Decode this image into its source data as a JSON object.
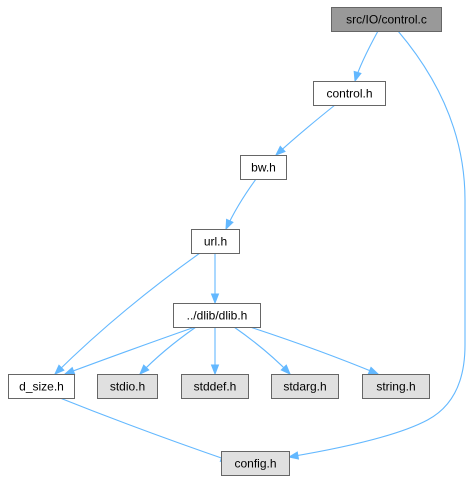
{
  "graph": {
    "colors": {
      "root_fill": "#999999",
      "local_fill": "#ffffff",
      "system_fill": "#e0e0e0",
      "border": "#666666",
      "edge": "#63b8ff"
    },
    "nodes": [
      {
        "id": "control_c",
        "label": "src/IO/control.c",
        "kind": "root"
      },
      {
        "id": "control_h",
        "label": "control.h",
        "kind": "local"
      },
      {
        "id": "bw_h",
        "label": "bw.h",
        "kind": "local"
      },
      {
        "id": "url_h",
        "label": "url.h",
        "kind": "local"
      },
      {
        "id": "dlib_h",
        "label": "../dlib/dlib.h",
        "kind": "local"
      },
      {
        "id": "d_size_h",
        "label": "d_size.h",
        "kind": "local"
      },
      {
        "id": "stdio_h",
        "label": "stdio.h",
        "kind": "system"
      },
      {
        "id": "stddef_h",
        "label": "stddef.h",
        "kind": "system"
      },
      {
        "id": "stdarg_h",
        "label": "stdarg.h",
        "kind": "system"
      },
      {
        "id": "string_h",
        "label": "string.h",
        "kind": "system"
      },
      {
        "id": "config_h",
        "label": "config.h",
        "kind": "system"
      }
    ],
    "edges": [
      {
        "from": "control_c",
        "to": "control_h"
      },
      {
        "from": "control_c",
        "to": "config_h"
      },
      {
        "from": "control_h",
        "to": "bw_h"
      },
      {
        "from": "bw_h",
        "to": "url_h"
      },
      {
        "from": "url_h",
        "to": "dlib_h"
      },
      {
        "from": "url_h",
        "to": "d_size_h"
      },
      {
        "from": "dlib_h",
        "to": "d_size_h"
      },
      {
        "from": "dlib_h",
        "to": "stdio_h"
      },
      {
        "from": "dlib_h",
        "to": "stddef_h"
      },
      {
        "from": "dlib_h",
        "to": "stdarg_h"
      },
      {
        "from": "dlib_h",
        "to": "string_h"
      },
      {
        "from": "d_size_h",
        "to": "config_h"
      }
    ]
  }
}
